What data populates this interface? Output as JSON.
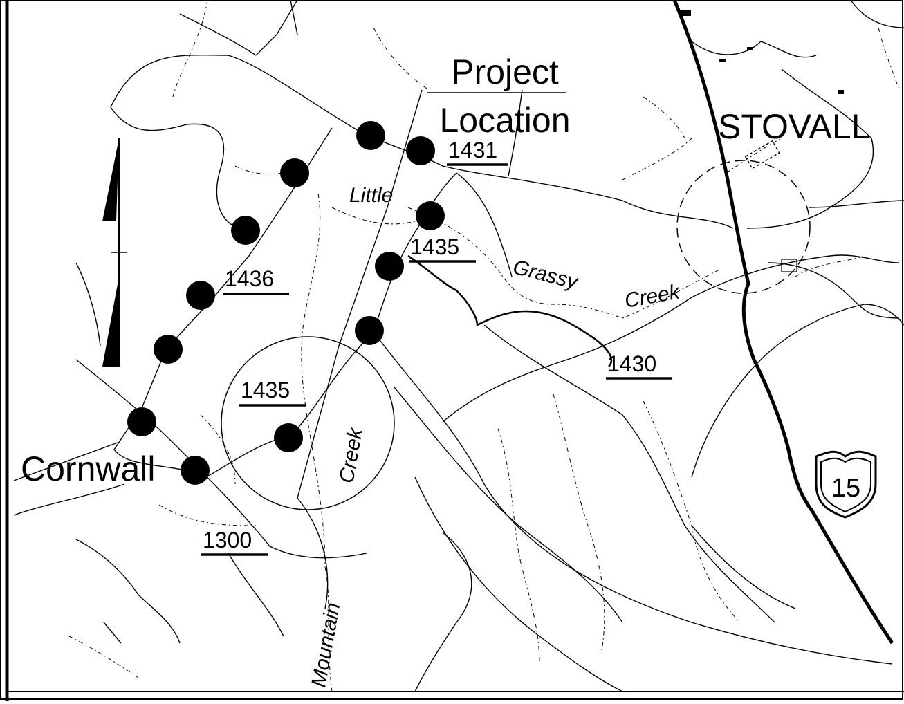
{
  "map": {
    "places": {
      "project_location_line1": "Project",
      "project_location_line2": "Location",
      "stovall": "STOVALL",
      "cornwall": "Cornwall"
    },
    "routes": {
      "r1431": "1431",
      "r1435_north": "1435",
      "r1435_south": "1435",
      "r1436": "1436",
      "r1430": "1430",
      "r1300": "1300"
    },
    "highway_shield": "15",
    "creeks": {
      "little": "Little",
      "grassy": "Grassy",
      "creek_east": "Creek",
      "creek_west": "Creek",
      "mountain": "Mountain"
    },
    "colors": {
      "ink": "#000000",
      "background": "#ffffff"
    }
  }
}
